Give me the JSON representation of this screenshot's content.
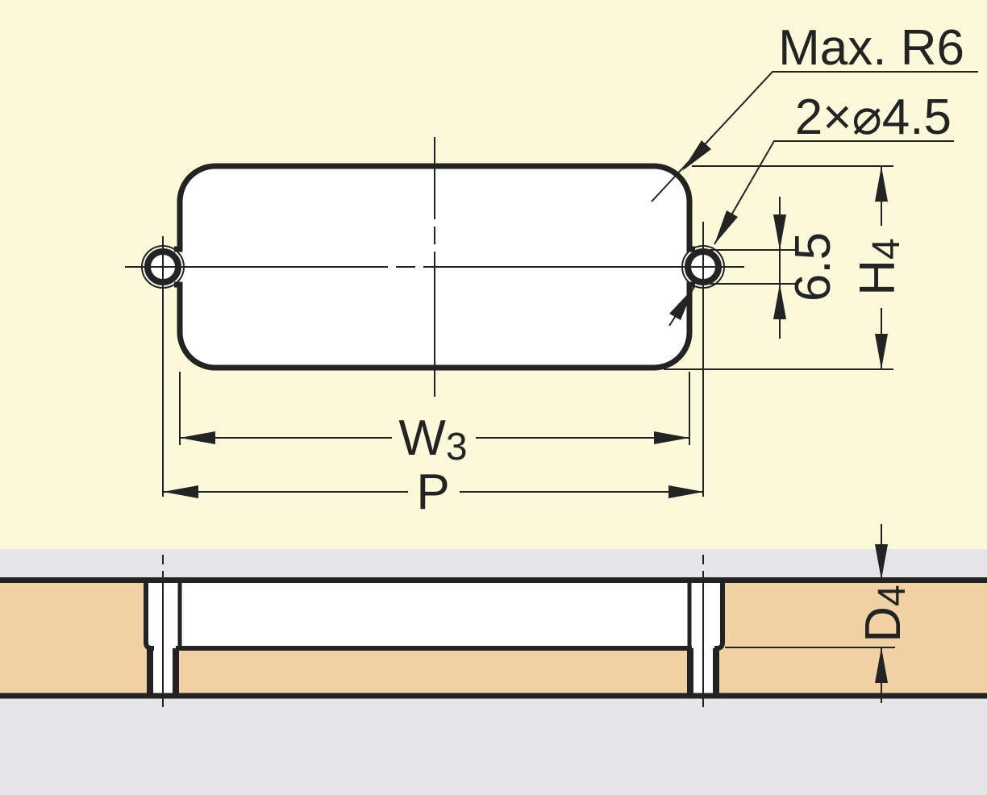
{
  "callouts": {
    "max_corner_radius": "Max. R6",
    "hole_spec": "2×⌀4.5"
  },
  "dimensions": {
    "hole_edge_offset": "6.5",
    "cutout_width_base": "W",
    "cutout_width_sub": "3",
    "hole_pitch": "P",
    "cutout_height_base": "H",
    "cutout_height_sub": "4",
    "recess_depth_base": "D",
    "recess_depth_sub": "4"
  },
  "colors": {
    "background": "#FCF9DA",
    "section_background": "#E6E6E8",
    "panel_wood": "#F1D2A5",
    "cutout_fill": "#FFFFFF",
    "line": "#232323"
  }
}
